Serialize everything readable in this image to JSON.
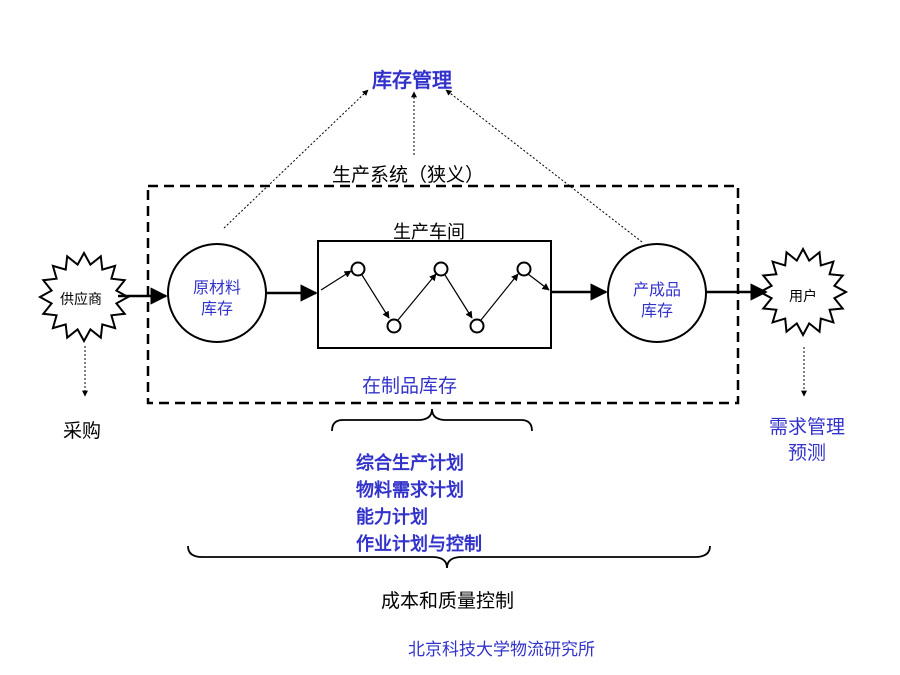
{
  "top": {
    "title": "库存管理"
  },
  "system": {
    "label": "生产系统（狭义）"
  },
  "workshop": {
    "label": "生产车间",
    "wip_label": "在制品库存"
  },
  "raw_inventory": {
    "line1": "原材料",
    "line2": "库存"
  },
  "finished_inventory": {
    "line1": "产成品",
    "line2": "库存"
  },
  "supplier": {
    "label": "供应商",
    "action": "采购"
  },
  "customer": {
    "label": "用户",
    "action_line1": "需求管理",
    "action_line2": "预测"
  },
  "planning": {
    "items": [
      "综合生产计划",
      "物料需求计划",
      "能力计划",
      "作业计划与控制"
    ]
  },
  "cost_quality": {
    "label": "成本和质量控制"
  },
  "footer": {
    "institution": "北京科技大学物流研究所"
  },
  "colors": {
    "accent": "#3333cc",
    "line": "#000000"
  }
}
